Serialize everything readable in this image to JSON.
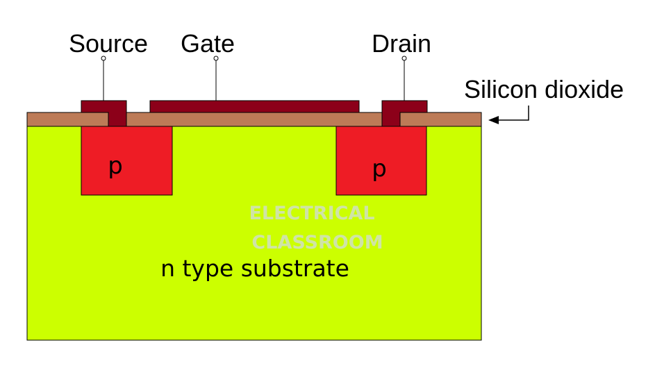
{
  "labels": {
    "source": "Source",
    "gate": "Gate",
    "drain": "Drain",
    "oxide": "Silicon dioxide",
    "p_left": "p",
    "p_right": "p",
    "substrate": "n type substrate"
  },
  "watermark": {
    "line1": "ELECTRICAL",
    "line2": "CLASSROOM"
  },
  "colors": {
    "substrate": "#ccff00",
    "p_region": "#ee1c25",
    "oxide": "#bd7b57",
    "metal": "#8c0019",
    "watermark": "#cfe4a6",
    "line": "#000000"
  }
}
